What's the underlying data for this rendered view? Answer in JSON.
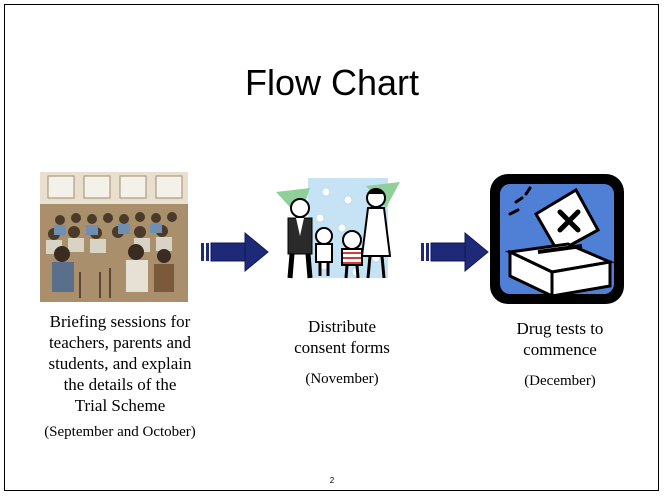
{
  "title": "Flow Chart",
  "steps": [
    {
      "lines": [
        "Briefing sessions for",
        "teachers, parents and",
        "students, and explain",
        "the details of the",
        "Trial Scheme"
      ],
      "when": "(September and October)",
      "image": "classroom-audience-photo"
    },
    {
      "lines": [
        "Distribute",
        "consent forms"
      ],
      "when": "(November)",
      "image": "family-clipart"
    },
    {
      "lines": [
        "Drug tests to",
        "commence"
      ],
      "when": "(December)",
      "image": "ballot-box-icon"
    }
  ],
  "page_number": "2"
}
